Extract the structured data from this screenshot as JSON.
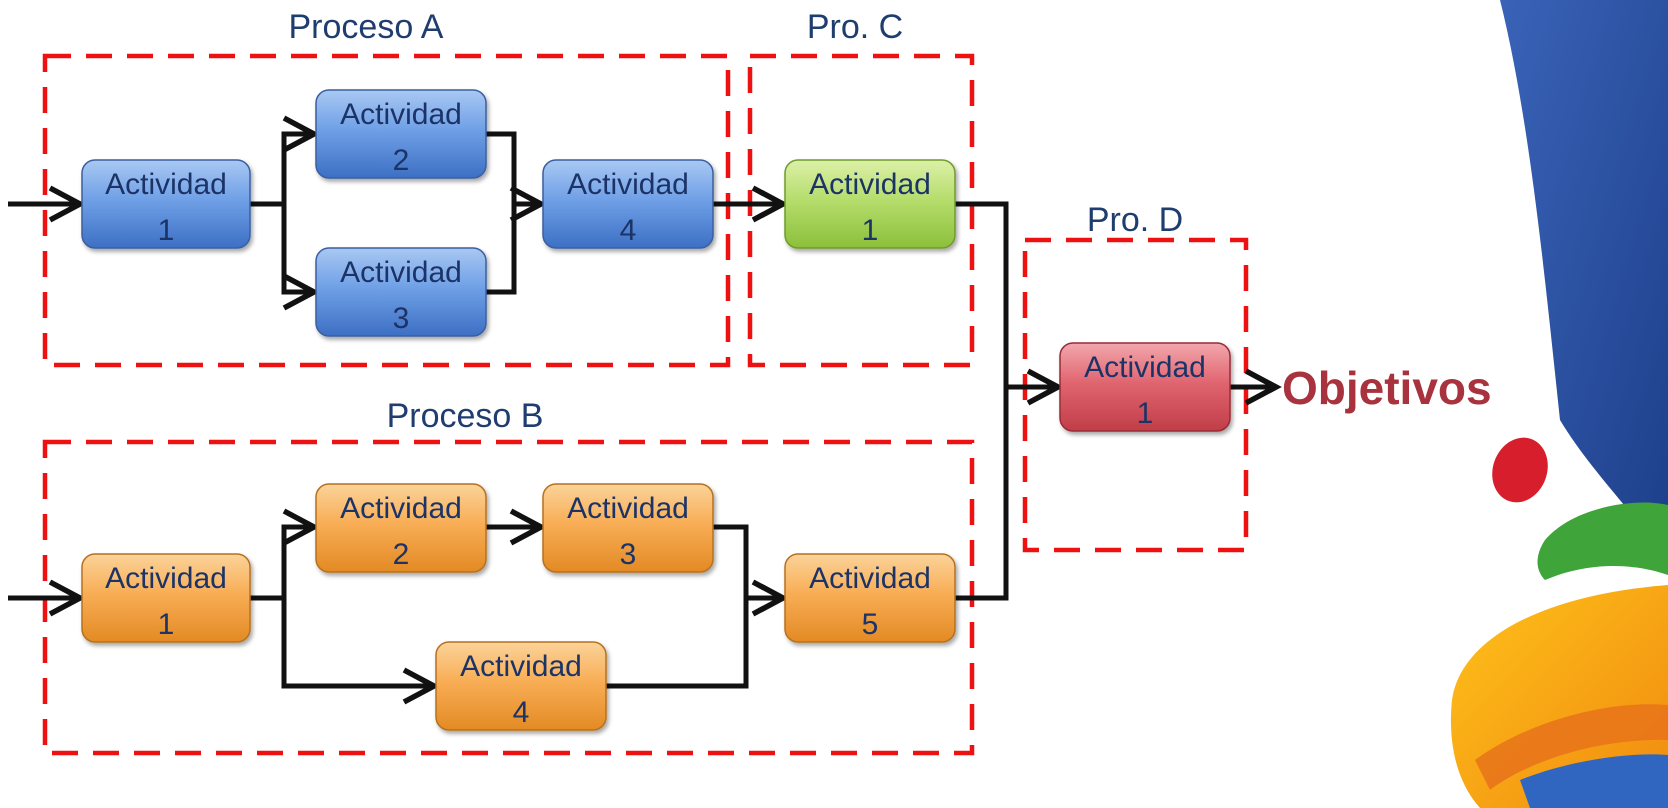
{
  "groups": {
    "proceso_a": "Proceso A",
    "pro_c": "Pro. C",
    "proceso_b": "Proceso B",
    "pro_d": "Pro. D"
  },
  "nodes": {
    "a1": {
      "label": "Actividad",
      "num": "1"
    },
    "a2": {
      "label": "Actividad",
      "num": "2"
    },
    "a3": {
      "label": "Actividad",
      "num": "3"
    },
    "a4": {
      "label": "Actividad",
      "num": "4"
    },
    "c1": {
      "label": "Actividad",
      "num": "1"
    },
    "b1": {
      "label": "Actividad",
      "num": "1"
    },
    "b2": {
      "label": "Actividad",
      "num": "2"
    },
    "b3": {
      "label": "Actividad",
      "num": "3"
    },
    "b4": {
      "label": "Actividad",
      "num": "4"
    },
    "b5": {
      "label": "Actividad",
      "num": "5"
    },
    "d1": {
      "label": "Actividad",
      "num": "1"
    }
  },
  "goal": "Objetivos",
  "colors": {
    "process_a": "#5b8fdc",
    "process_b": "#f4a040",
    "process_c": "#a6d455",
    "process_d": "#d8525c",
    "dashed_border": "#ee1111"
  }
}
